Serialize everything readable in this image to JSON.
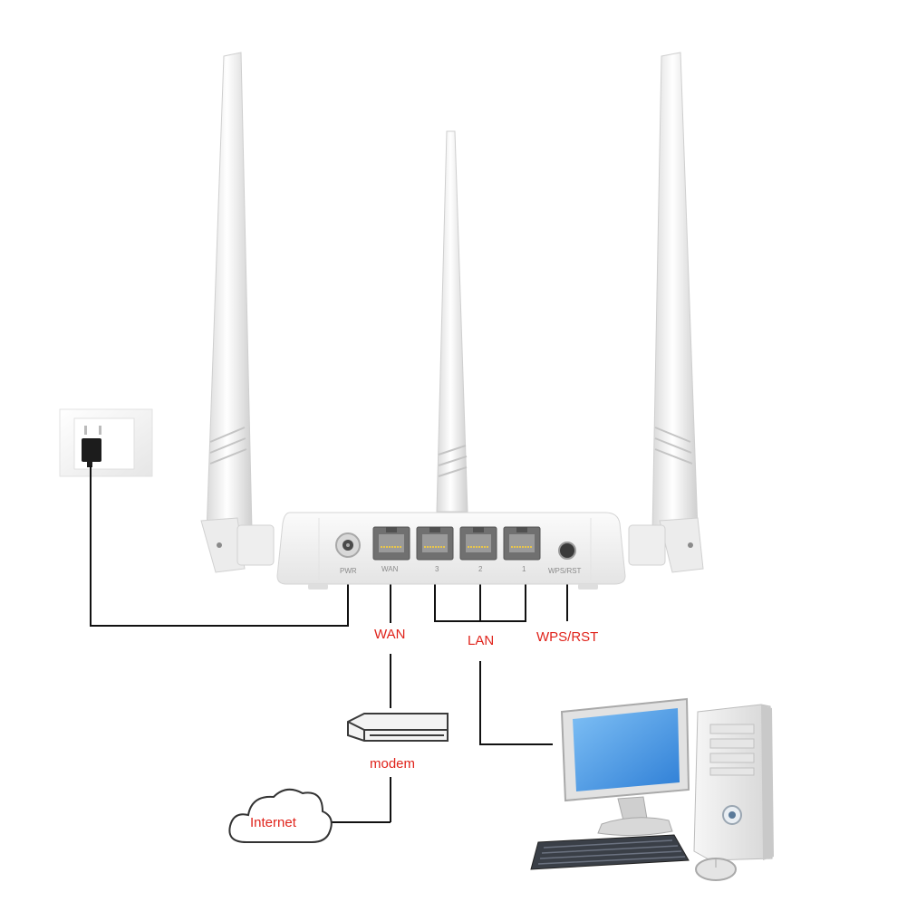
{
  "router": {
    "port_labels": {
      "pwr": "PWR",
      "wan": "WAN",
      "lan3": "3",
      "lan2": "2",
      "lan1": "1",
      "wps_rst": "WPS/RST"
    }
  },
  "callouts": {
    "wan": "WAN",
    "lan": "LAN",
    "wps_rst": "WPS/RST",
    "modem": "modem",
    "internet": "Internet"
  },
  "colors": {
    "callout_text": "#e0231b",
    "cable": "#111111",
    "device_body": "#f4f4f4",
    "port": "#6e6e6e",
    "screen": "#3a8de0"
  },
  "icons": [
    "wall-outlet-icon",
    "power-plug-icon",
    "router-icon",
    "modem-icon",
    "cloud-icon",
    "desktop-computer-icon"
  ]
}
